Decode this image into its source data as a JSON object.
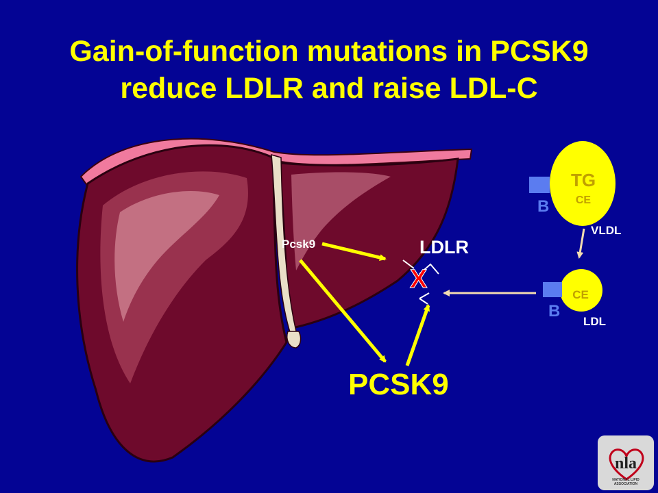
{
  "title": {
    "line1": "Gain-of-function mutations in PCSK9",
    "line2": "reduce LDLR and raise LDL-C"
  },
  "labels": {
    "pcsk9_gene": "Pcsk9",
    "ldlr": "LDLR",
    "block_mark": "X",
    "pcsk9_protein": "PCSK9",
    "vldl": "VLDL",
    "ldl": "LDL",
    "tg": "TG",
    "ce_vldl": "CE",
    "ce_ldl": "CE",
    "apob_vldl": "B",
    "apob_ldl": "B"
  },
  "logo": {
    "mark": "nla",
    "line1": "NATIONAL LIPID",
    "line2": "ASSOCIATION"
  },
  "colors": {
    "background": "#040494",
    "title": "#ffff00",
    "arrow": "#ffff00",
    "block_x": "#ff0000",
    "lipoprotein": "#ffff00",
    "apob": "#5b7cf0",
    "liver": "#7a0a2e"
  }
}
